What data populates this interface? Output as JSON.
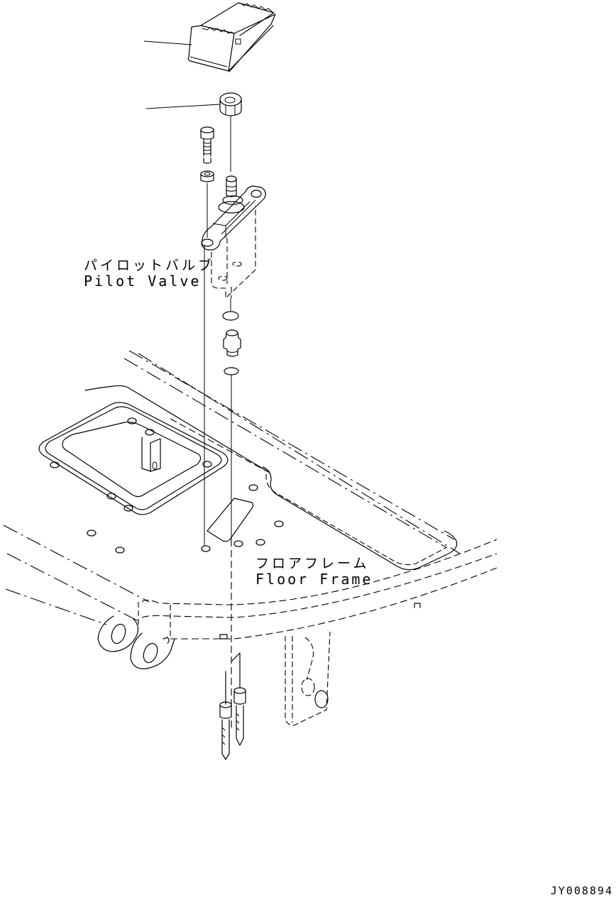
{
  "diagram": {
    "type": "exploded-parts-diagram",
    "background": "#ffffff",
    "line_color": "#000000",
    "labels": {
      "pilot_valve": {
        "jp": "パイロットバルブ",
        "en": "Pilot Valve"
      },
      "floor_frame": {
        "jp": "フロアフレーム",
        "en": "Floor Frame"
      }
    },
    "drawing_id": "JY008894",
    "parts": [
      {
        "name": "pedal-cover",
        "description": "serrated pedal / cover"
      },
      {
        "name": "nut",
        "description": "hex nut"
      },
      {
        "name": "bolt",
        "description": "hex socket bolt"
      },
      {
        "name": "washer-nut",
        "description": "small nut"
      },
      {
        "name": "pilot-valve",
        "description": "pilot valve body"
      },
      {
        "name": "o-ring-upper",
        "description": "o-ring"
      },
      {
        "name": "elbow-fitting",
        "description": "connector fitting"
      },
      {
        "name": "o-ring-lower",
        "description": "o-ring"
      },
      {
        "name": "floor-frame",
        "description": "floor frame assembly"
      },
      {
        "name": "hoses",
        "description": "hydraulic hoses"
      }
    ]
  }
}
